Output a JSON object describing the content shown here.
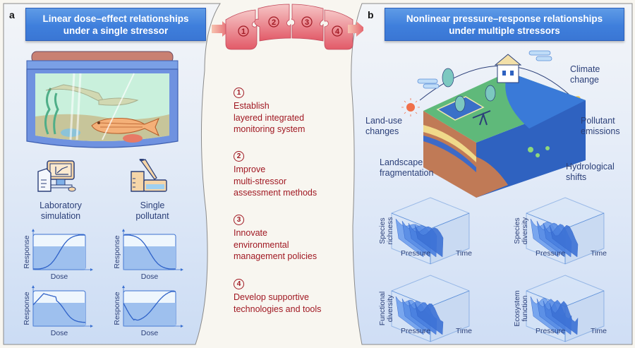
{
  "panel_a": {
    "letter": "a",
    "title_line1": "Linear dose–effect relationships",
    "title_line2": "under a single stressor",
    "icons": [
      {
        "name": "laboratory-simulation",
        "label_line1": "Laboratory",
        "label_line2": "simulation"
      },
      {
        "name": "single-pollutant",
        "label_line1": "Single",
        "label_line2": "pollutant"
      }
    ],
    "plots": [
      {
        "shape": "increasing-sigmoid",
        "xlabel": "Dose",
        "ylabel": "Response"
      },
      {
        "shape": "decreasing-sigmoid",
        "xlabel": "Dose",
        "ylabel": "Response"
      },
      {
        "shape": "hump-then-decline",
        "xlabel": "Dose",
        "ylabel": "Response"
      },
      {
        "shape": "dip-then-rise",
        "xlabel": "Dose",
        "ylabel": "Response"
      }
    ]
  },
  "center": {
    "puzzle_pieces": [
      "1",
      "2",
      "3",
      "4"
    ],
    "steps": [
      {
        "num": "1",
        "lines": [
          "Establish",
          "layered integrated",
          "monitoring system"
        ]
      },
      {
        "num": "2",
        "lines": [
          "Improve",
          "multi-stressor",
          "assessment methods"
        ]
      },
      {
        "num": "3",
        "lines": [
          "Innovate",
          "environmental",
          "management policies"
        ]
      },
      {
        "num": "4",
        "lines": [
          "Develop supportive",
          "technologies and tools"
        ]
      }
    ]
  },
  "panel_b": {
    "letter": "b",
    "title_line1": "Nonlinear pressure–response relationships",
    "title_line2": "under multiple stressors",
    "stressors": {
      "climate": [
        "Climate",
        "change"
      ],
      "landuse": [
        "Land-use",
        "changes"
      ],
      "pollutant": [
        "Pollutant",
        "emissions"
      ],
      "landscape": [
        "Landscape",
        "fragmentation"
      ],
      "hydro": [
        "Hydrological",
        "shifts"
      ]
    },
    "cubes": [
      {
        "ylabel_line1": "Species",
        "ylabel_line2": "richness",
        "xlabel": "Pressure",
        "zlabel": "Time"
      },
      {
        "ylabel_line1": "Species",
        "ylabel_line2": "diversity",
        "xlabel": "Pressure",
        "zlabel": "Time"
      },
      {
        "ylabel_line1": "Functional",
        "ylabel_line2": "diversity",
        "xlabel": "Pressure",
        "zlabel": "Time"
      },
      {
        "ylabel_line1": "Ecosystem",
        "ylabel_line2": "function",
        "xlabel": "Pressure",
        "zlabel": "Time"
      }
    ]
  },
  "colors": {
    "banner_blue": "#3f7fdc",
    "step_red": "#a01822",
    "puzzle_red": "#e8707a",
    "label_navy": "#2b3f78",
    "panel_bg": "#dbe6f6"
  }
}
